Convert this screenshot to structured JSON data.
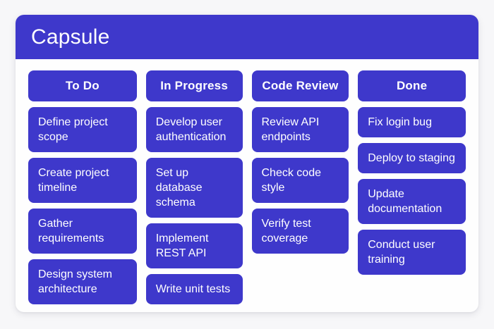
{
  "app": {
    "title": "Capsule"
  },
  "colors": {
    "primary": "#3e38cb",
    "on_primary": "#ffffff",
    "page_bg": "#f7f7f9",
    "board_bg": "#fefefe"
  },
  "board": {
    "columns": [
      {
        "name": "To Do",
        "cards": [
          "Define project scope",
          "Create project timeline",
          "Gather requirements",
          "Design system architecture"
        ]
      },
      {
        "name": "In Progress",
        "cards": [
          "Develop user authentication",
          "Set up database schema",
          "Implement REST API",
          "Write unit tests"
        ]
      },
      {
        "name": "Code Review",
        "cards": [
          "Review API endpoints",
          "Check code style",
          "Verify test coverage"
        ]
      },
      {
        "name": "Done",
        "cards": [
          "Fix login bug",
          "Deploy to staging",
          "Update documentation",
          "Conduct user training"
        ]
      }
    ]
  }
}
